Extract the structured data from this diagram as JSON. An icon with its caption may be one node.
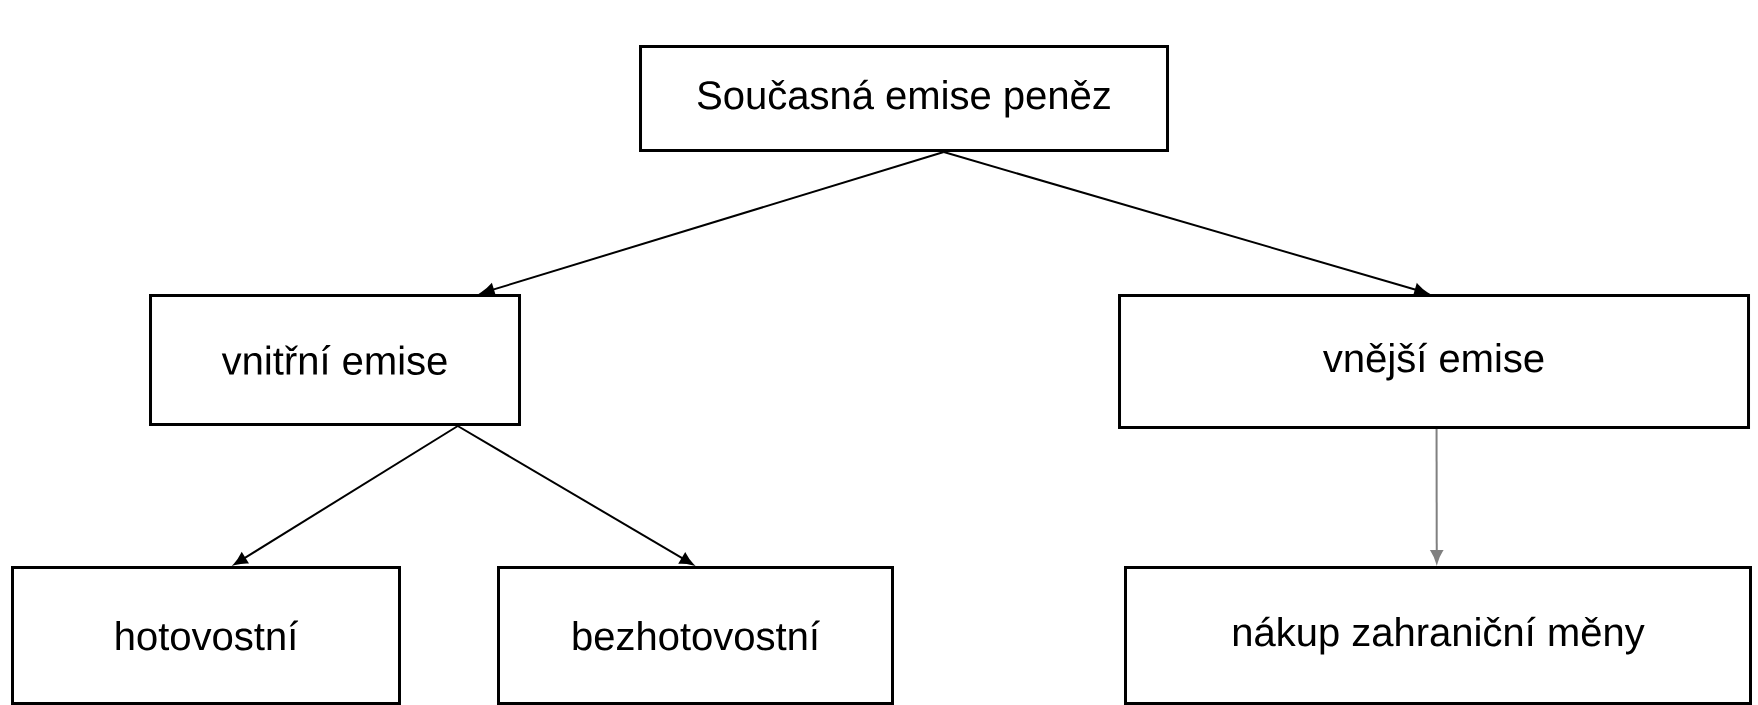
{
  "diagram": {
    "nodes": [
      {
        "text": [
          "Současná emise peněz"
        ]
      },
      {
        "text": [
          "vnitřní emise"
        ]
      },
      {
        "text": [
          "vnější emise"
        ]
      },
      {
        "text": [
          "hotovostní"
        ]
      },
      {
        "text": [
          "bezhotovostní"
        ]
      },
      {
        "text": [
          "nákup zahraniční měny"
        ]
      }
    ],
    "edges": [
      {
        "from": 0,
        "to": 1,
        "arrow": "to"
      },
      {
        "from": 0,
        "to": 2,
        "arrow": "to"
      },
      {
        "from": 1,
        "to": 3,
        "arrow": "to"
      },
      {
        "from": 1,
        "to": 4,
        "arrow": "to"
      },
      {
        "from": 2,
        "to": 5,
        "arrow": "to",
        "color": "#808080"
      }
    ]
  }
}
